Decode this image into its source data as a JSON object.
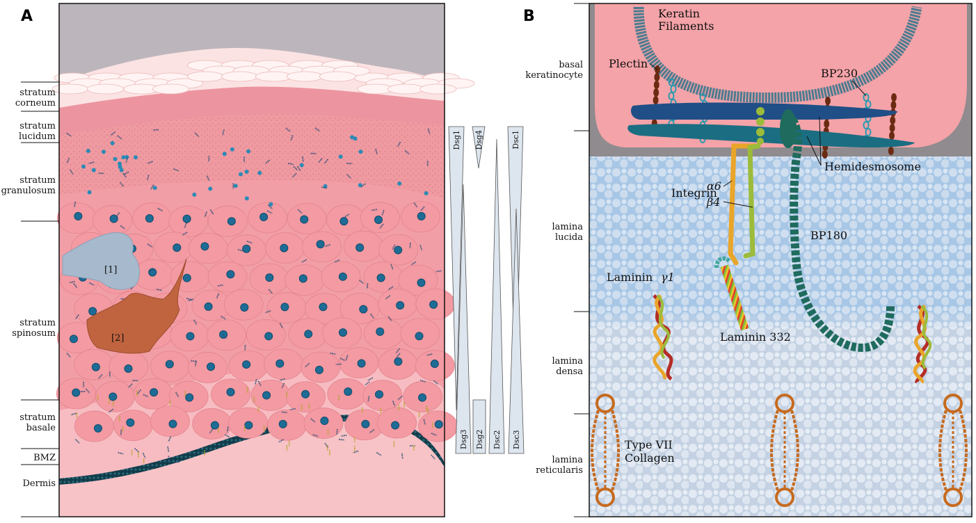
{
  "panels": {
    "a": {
      "letter": "A",
      "layers": [
        {
          "l1": "stratum",
          "l2": "corneum"
        },
        {
          "l1": "stratum",
          "l2": "lucidum"
        },
        {
          "l1": "stratum",
          "l2": "granulosum"
        },
        {
          "l1": "stratum",
          "l2": "spinosum"
        },
        {
          "l1": "stratum",
          "l2": "basale"
        }
      ],
      "bmz": "BMZ",
      "dermis": "Dermis",
      "markers": [
        "[1]",
        "[2]"
      ],
      "cadherins_top": [
        "Dsg1",
        "Dsg4",
        "Dsc1"
      ],
      "cadherins_bottom": [
        "Dsg3",
        "Dsg2",
        "Dsc2",
        "Dsc3"
      ]
    },
    "b": {
      "letter": "B",
      "layers": [
        {
          "l1": "basal",
          "l2": "keratinocyte"
        },
        {
          "l1": "lamina",
          "l2": "lucida"
        },
        {
          "l1": "lamina",
          "l2": "densa"
        },
        {
          "l1": "lamina",
          "l2": "reticularis"
        }
      ],
      "keratin": {
        "l1": "Keratin",
        "l2": "Filaments"
      },
      "plectin": "Plectin",
      "bp230": "BP230",
      "hemidesmosome": "Hemidesmosome",
      "integrin": "Integrin",
      "alpha6": "α6",
      "beta4": "β4",
      "bp180": "BP180",
      "laminin": "Laminin",
      "gamma1": "γ1",
      "laminin332": "Laminin 332",
      "collagen": {
        "l1": "Type VII",
        "l2": "Collagen"
      }
    }
  },
  "colors": {
    "epidermis": "#f1a5aa",
    "corneum": "#fbe0e0",
    "dermis": "#f7c6c8",
    "nucleus": "#1e6c95",
    "keratinocyte": "#f59aa0",
    "lucida": "#a9cbe9",
    "densa": "#c9d6e6",
    "bp180": "#1f6b5e",
    "integrin_a": "#e9a52a",
    "integrin_b": "#9cbb3b",
    "collagen": "#c66a1e",
    "plectin": "#6b2a12",
    "keratin": "#4d7b8f"
  }
}
